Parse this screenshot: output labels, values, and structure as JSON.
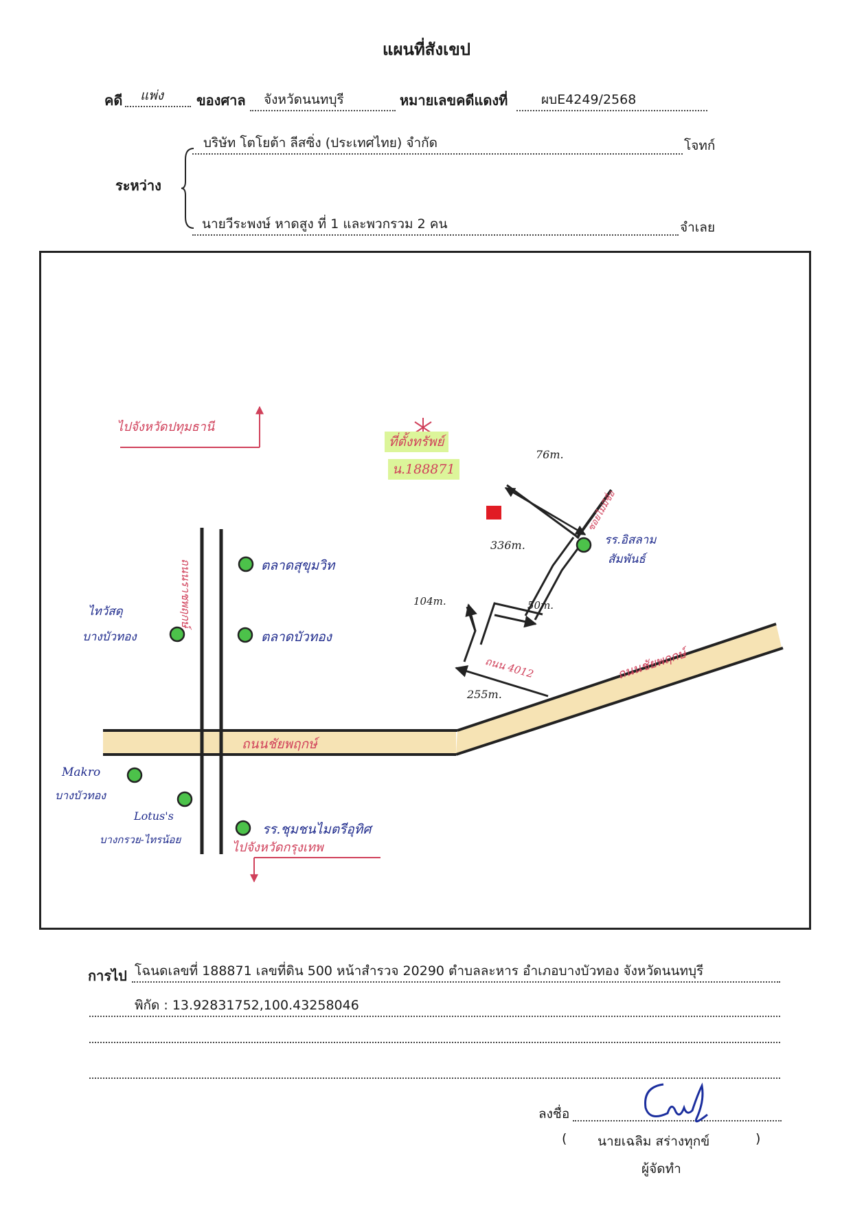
{
  "header": {
    "title": "แผนที่สังเขป",
    "case_label": "คดี",
    "case_type": "แพ่ง",
    "court_label": "ของศาล",
    "court_province": "จังหวัดนนทบุรี",
    "red_case_label": "หมายเลขคดีแดงที่",
    "red_case_number": "ผบE4249/2568",
    "between_label": "ระหว่าง",
    "plaintiff_name": "บริษัท โตโยต้า ลีสซิ่ง (ประเทศไทย) จำกัด",
    "plaintiff_role": "โจทก์",
    "defendant_name": "นายวีระพงษ์ หาดสูง ที่ 1 และพวกรวม 2 คน",
    "defendant_role": "จำเลย"
  },
  "map": {
    "labels": {
      "to_pathum": "ไปจังหวัดปทุมธานี",
      "to_bangkok": "ไปจังหวัดกรุงเทพ",
      "road_ratchaphruek": "ถนนราชพฤกษ์",
      "road_chaiyaphruek_main": "ถนนชัยพฤกษ์",
      "road_chaiyaphruek_diag": "ถนนชัยพฤกษ์",
      "road_4012": "ถนน 4012",
      "alley": "ซอยไม่มีชื่อ",
      "property_line1": "ที่ตั้งทรัพย์",
      "property_line2": "น.188871",
      "dist_76": "76m.",
      "dist_336": "336m.",
      "dist_104": "104m.",
      "dist_50": "50m.",
      "dist_255": "255m.",
      "landmark_market_sukhumvit": "ตลาดสุขุมวิท",
      "landmark_market_bangbuathong": "ตลาดบัวทอง",
      "landmark_thaiwatsadu_1": "ไทวัสดุ",
      "landmark_thaiwatsadu_2": "บางบัวทอง",
      "landmark_makro_1": "Makro",
      "landmark_makro_2": "บางบัวทอง",
      "landmark_lotus_1": "Lotus's",
      "landmark_lotus_2": "บางกรวย-ไทรน้อย",
      "landmark_school_1": "รร.ชุมชนไมตรีอุทิศ",
      "landmark_school_2_line1": "รร.อิสลาม",
      "landmark_school_2_line2": "สัมพันธ์"
    },
    "colors": {
      "road": "#222222",
      "road_fill": "#f6e3b4",
      "landmark": "#4cc24a",
      "property": "#e11c24",
      "highlight": "#dcf59a",
      "ink_blue": "#1e2a8c",
      "ink_red": "#d0405a"
    }
  },
  "directions": {
    "label": "การไป",
    "line1": "โฉนดเลขที่ 188871 เลขที่ดิน 500 หน้าสำรวจ 20290 ตำบลละหาร อำเภอบางบัวทอง จังหวัดนนทบุรี",
    "line2": "พิกัด : 13.92831752,100.43258046"
  },
  "signature": {
    "sign_label": "ลงชื่อ",
    "open_paren": "(",
    "name": "นายเฉลิม  สร่างทุกข์",
    "close_paren": ")",
    "role": "ผู้จัดทำ"
  }
}
